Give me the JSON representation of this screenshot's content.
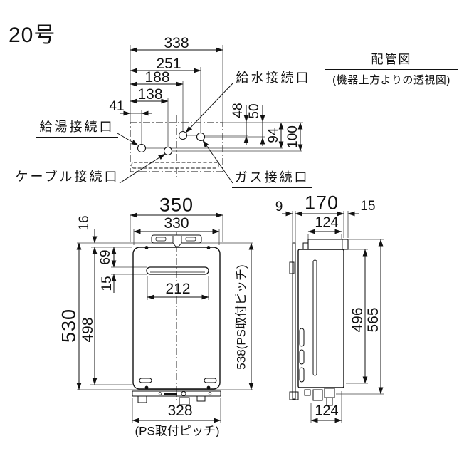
{
  "title": "20号",
  "piping": {
    "caption": "配管図",
    "caption_sub": "(機器上方よりの透視図)",
    "label_water_supply": "給水接続口",
    "label_hot_water": "給湯接続口",
    "label_cable": "ケーブル接続口",
    "label_gas": "ガス接続口",
    "dims": {
      "w338": "338",
      "w251": "251",
      "w188": "188",
      "w138": "138",
      "w41": "41",
      "d48": "48",
      "d50": "50",
      "d94": "94",
      "d100": "100"
    }
  },
  "front": {
    "dims": {
      "w350": "350",
      "w330": "330",
      "h16": "16",
      "h69": "69",
      "h15": "15",
      "w212": "212",
      "h530": "530",
      "h498": "498",
      "ps538": "538(PS取付ピッチ)",
      "w328": "328",
      "ps_note": "(PS取付ピッチ)"
    }
  },
  "side": {
    "dims": {
      "d9": "9",
      "d170": "170",
      "d15": "15",
      "w124_top": "124",
      "h496": "496",
      "h565": "565",
      "w124_bottom": "124"
    }
  }
}
